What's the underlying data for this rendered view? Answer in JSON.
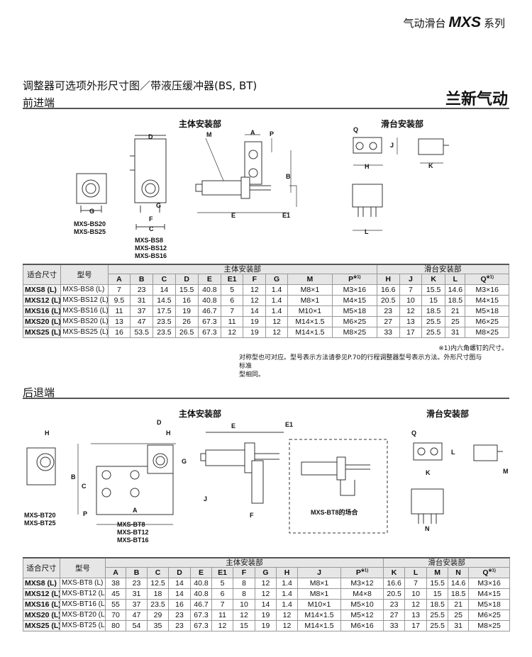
{
  "header": {
    "series_prefix": "气动滑台",
    "series_name": "MXS",
    "series_suffix": "系列",
    "brand": "兰新气动"
  },
  "title": "调整器可选项外形尺寸图／带液压缓冲器(BS, BT)",
  "forward": {
    "section": "前进端",
    "body_mount": "主体安装部",
    "slide_mount": "滑台安装部",
    "dim_labels": {
      "D": "D",
      "G1": "G",
      "G2": "G",
      "F": "F",
      "C": "C",
      "M": "M",
      "A": "A",
      "P": "P",
      "B": "B",
      "E": "E",
      "E1": "E1",
      "Q": "Q",
      "J": "J",
      "H": "H",
      "K": "K",
      "L": "L"
    },
    "caption_bs20": "MXS-BS20",
    "caption_bs25": "MXS-BS25",
    "caption_bs8": "MXS-BS8",
    "caption_bs12": "MXS-BS12",
    "caption_bs16": "MXS-BS16",
    "table": {
      "group_body": "主体安装部",
      "group_slide": "滑台安装部",
      "col_size": "适合尺寸",
      "col_model": "型号",
      "columns": [
        "A",
        "B",
        "C",
        "D",
        "E",
        "E1",
        "F",
        "G",
        "M",
        "P",
        "H",
        "J",
        "K",
        "L",
        "Q"
      ],
      "note_mark": "※1)",
      "rows": [
        [
          "MXS8 (L)",
          "MXS-BS8 (L)",
          "7",
          "23",
          "14",
          "15.5",
          "40.8",
          "5",
          "12",
          "1.4",
          "M8×1",
          "M3×16",
          "16.6",
          "7",
          "15.5",
          "14.6",
          "M3×16"
        ],
        [
          "MXS12 (L)",
          "MXS-BS12 (L)",
          "9.5",
          "31",
          "14.5",
          "16",
          "40.8",
          "6",
          "12",
          "1.4",
          "M8×1",
          "M4×15",
          "20.5",
          "10",
          "15",
          "18.5",
          "M4×15"
        ],
        [
          "MXS16 (L)",
          "MXS-BS16 (L)",
          "11",
          "37",
          "17.5",
          "19",
          "46.7",
          "7",
          "14",
          "1.4",
          "M10×1",
          "M5×18",
          "23",
          "12",
          "18.5",
          "21",
          "M5×18"
        ],
        [
          "MXS20 (L)",
          "MXS-BS20 (L)",
          "13",
          "47",
          "23.5",
          "26",
          "67.3",
          "11",
          "19",
          "12",
          "M14×1.5",
          "M6×25",
          "27",
          "13",
          "25.5",
          "25",
          "M6×25"
        ],
        [
          "MXS25 (L)",
          "MXS-BS25 (L)",
          "16",
          "53.5",
          "23.5",
          "26.5",
          "67.3",
          "12",
          "19",
          "12",
          "M14×1.5",
          "M8×25",
          "33",
          "17",
          "25.5",
          "31",
          "M8×25"
        ]
      ]
    },
    "note1": "※1)内六角螺钉的尺寸。",
    "note2": "对称型也可对应。型号表示方法请参见P.70的行程调整器型号表示方法。外形尺寸图与标准",
    "note3": "型相同。"
  },
  "backward": {
    "section": "后退端",
    "body_mount": "主体安装部",
    "slide_mount": "滑台安装部",
    "dim_labels": {
      "H": "H",
      "D": "D",
      "H2": "H",
      "G": "G",
      "B": "B",
      "C": "C",
      "P": "P",
      "A": "A",
      "E": "E",
      "E1": "E1",
      "J": "J",
      "F": "F",
      "Q": "Q",
      "L": "L",
      "K": "K",
      "M": "M",
      "N": "N"
    },
    "caption_bt20": "MXS-BT20",
    "caption_bt25": "MXS-BT25",
    "caption_bt8": "MXS-BT8",
    "caption_bt12": "MXS-BT12",
    "caption_bt16": "MXS-BT16",
    "inset_caption": "MXS-BT8的场合",
    "table": {
      "group_body": "主体安装部",
      "group_slide": "滑台安装部",
      "col_size": "适合尺寸",
      "col_model": "型号",
      "columns": [
        "A",
        "B",
        "C",
        "D",
        "E",
        "E1",
        "F",
        "G",
        "H",
        "J",
        "P",
        "K",
        "L",
        "M",
        "N",
        "Q"
      ],
      "note_mark": "※1)",
      "rows": [
        [
          "MXS8 (L)",
          "MXS-BT8 (L)",
          "38",
          "23",
          "12.5",
          "14",
          "40.8",
          "5",
          "8",
          "12",
          "1.4",
          "M8×1",
          "M3×12",
          "16.6",
          "7",
          "15.5",
          "14.6",
          "M3×16"
        ],
        [
          "MXS12 (L)",
          "MXS-BT12 (L)",
          "45",
          "31",
          "18",
          "14",
          "40.8",
          "6",
          "8",
          "12",
          "1.4",
          "M8×1",
          "M4×8",
          "20.5",
          "10",
          "15",
          "18.5",
          "M4×15"
        ],
        [
          "MXS16 (L)",
          "MXS-BT16 (L)",
          "55",
          "37",
          "23.5",
          "16",
          "46.7",
          "7",
          "10",
          "14",
          "1.4",
          "M10×1",
          "M5×10",
          "23",
          "12",
          "18.5",
          "21",
          "M5×18"
        ],
        [
          "MXS20 (L)",
          "MXS-BT20 (L)",
          "70",
          "47",
          "29",
          "23",
          "67.3",
          "11",
          "12",
          "19",
          "12",
          "M14×1.5",
          "M5×12",
          "27",
          "13",
          "25.5",
          "25",
          "M6×25"
        ],
        [
          "MXS25 (L)",
          "MXS-BT25 (L)",
          "80",
          "54",
          "35",
          "23",
          "67.3",
          "12",
          "15",
          "19",
          "12",
          "M14×1.5",
          "M6×16",
          "33",
          "17",
          "25.5",
          "31",
          "M8×25"
        ]
      ]
    }
  }
}
